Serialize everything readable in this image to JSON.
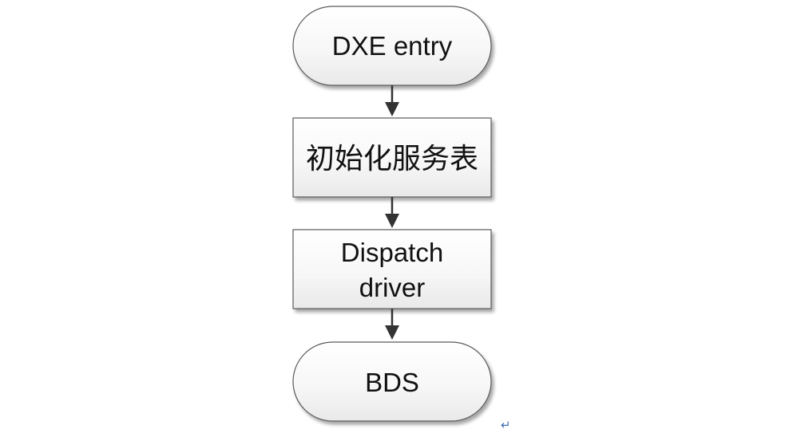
{
  "nodes": {
    "dxe_entry": {
      "label": "DXE entry",
      "shape": "terminator"
    },
    "init_service_table": {
      "label": "初始化服务表",
      "shape": "process"
    },
    "dispatch_driver": {
      "line1": "Dispatch",
      "line2": "driver",
      "shape": "process"
    },
    "bds": {
      "label": "BDS",
      "shape": "terminator"
    }
  },
  "edges": [
    {
      "from": "dxe_entry",
      "to": "init_service_table"
    },
    {
      "from": "init_service_table",
      "to": "dispatch_driver"
    },
    {
      "from": "dispatch_driver",
      "to": "bds"
    }
  ],
  "paragraph_mark": "↵"
}
